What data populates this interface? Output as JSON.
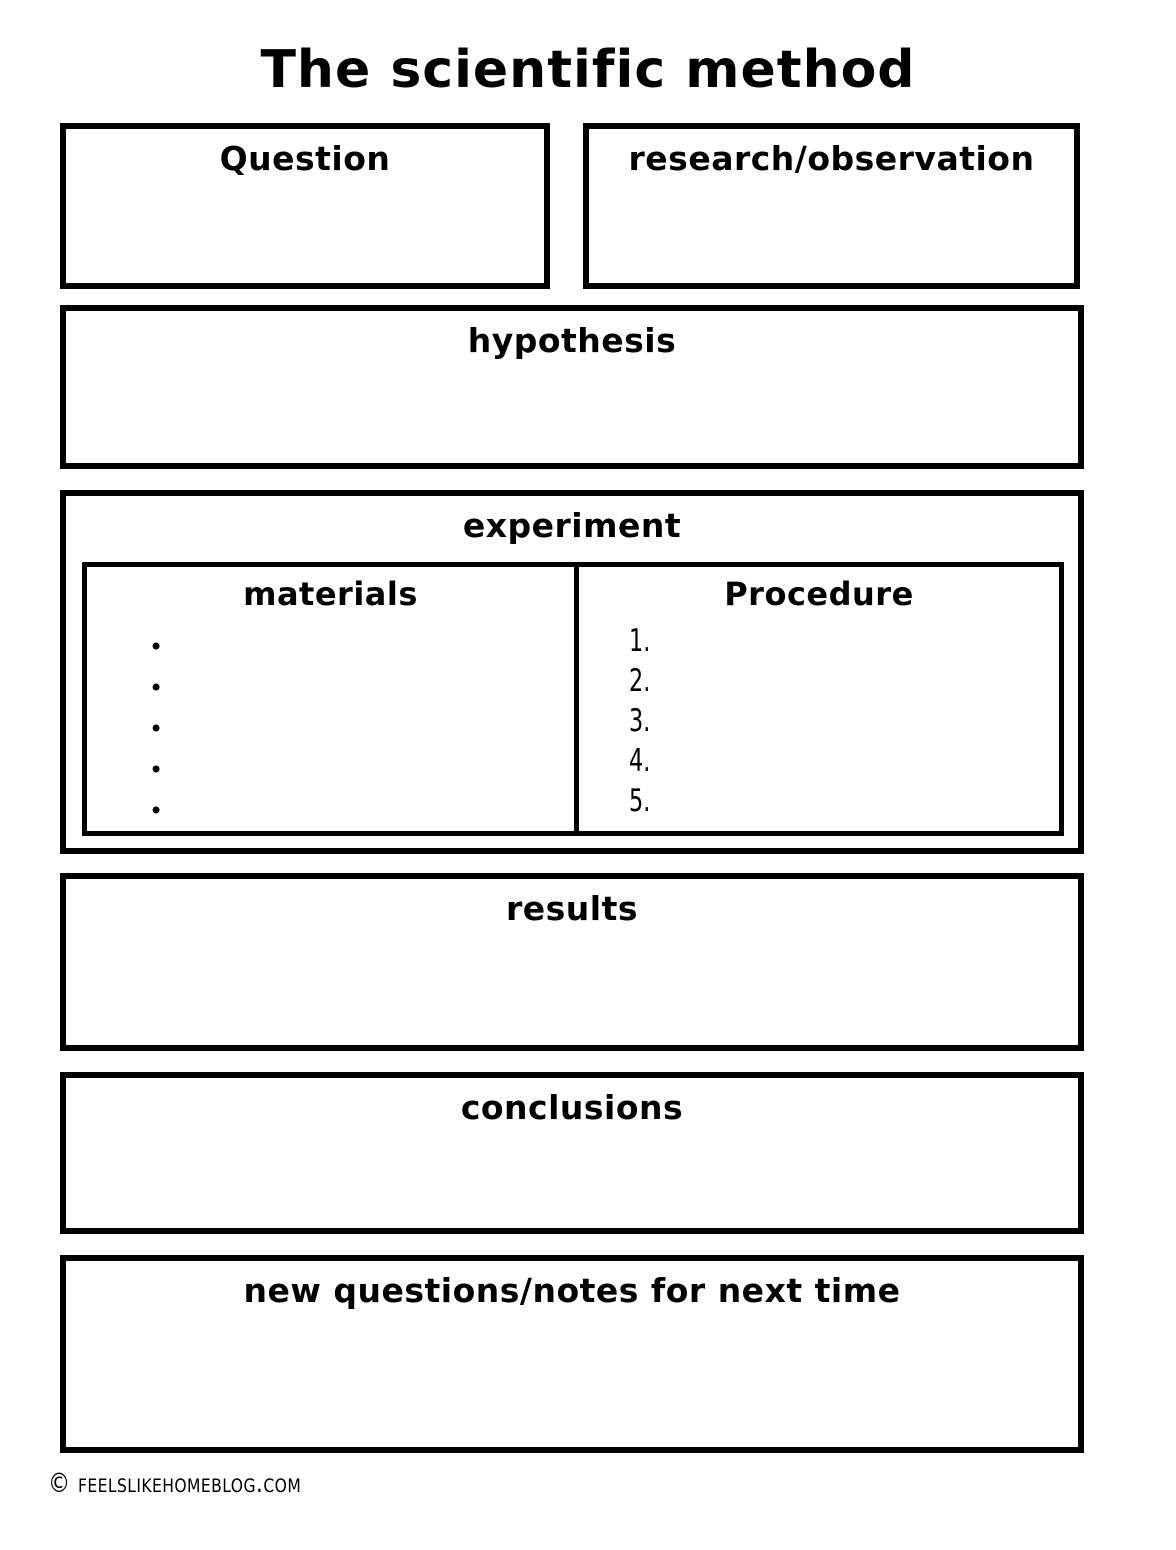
{
  "title": "The scientific method",
  "boxes": {
    "question": {
      "label": "Question"
    },
    "research": {
      "label": "research/observation"
    },
    "hypothesis": {
      "label": "hypothesis"
    },
    "experiment": {
      "label": "experiment",
      "materials": {
        "label": "materials",
        "bullets": [
          "•",
          "•",
          "•",
          "•",
          "•"
        ]
      },
      "procedure": {
        "label": "Procedure",
        "steps": [
          "1.",
          "2.",
          "3.",
          "4.",
          "5."
        ]
      }
    },
    "results": {
      "label": "results"
    },
    "conclusions": {
      "label": "conclusions"
    },
    "new_questions": {
      "label": "new questions/notes for next time"
    }
  },
  "footer": {
    "copyright": "© feelslikehomeblog.com"
  },
  "colors": {
    "ink": "#000000",
    "paper": "#ffffff"
  }
}
